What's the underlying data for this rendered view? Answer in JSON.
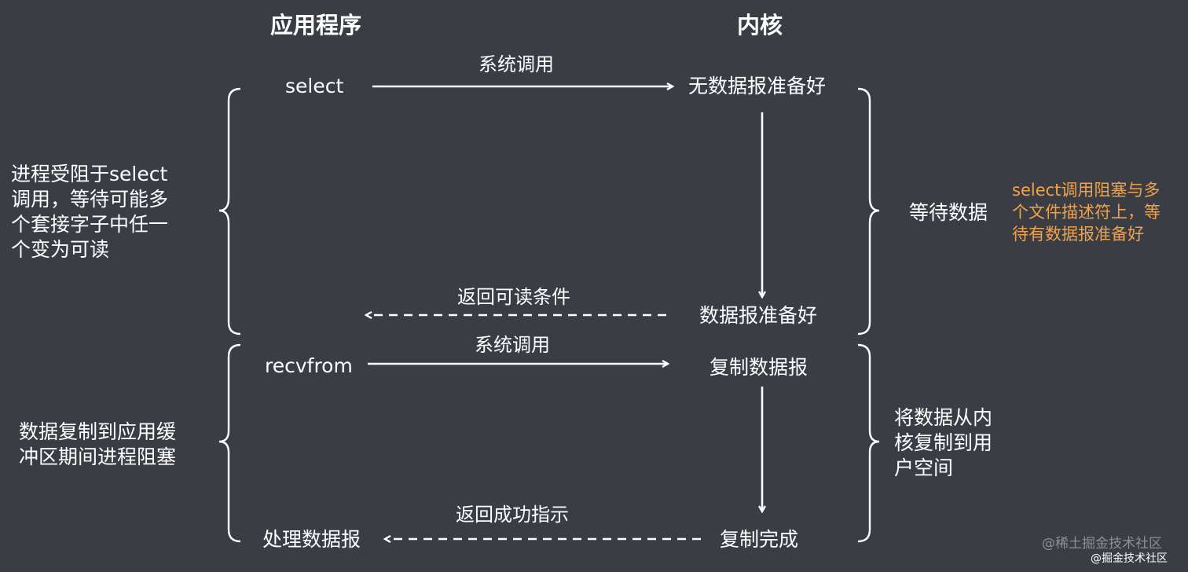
{
  "headers": {
    "app": "应用程序",
    "kernel": "内核"
  },
  "phase1": {
    "app_call": "select",
    "call_label": "系统调用",
    "kernel_start": "无数据报准备好",
    "wait_label": "等待数据",
    "return_label": "返回可读条件",
    "kernel_ready": "数据报准备好",
    "left_desc": [
      "进程受阻于select",
      "调用，等待可能多",
      "个套接字子中任一",
      "个变为可读"
    ],
    "note": [
      "select调用阻塞与多",
      "个文件描述符上，等",
      "待有数据报准备好"
    ]
  },
  "phase2": {
    "app_call": "recvfrom",
    "call_label": "系统调用",
    "kernel_start": "复制数据报",
    "copy_label": [
      "将数据从内",
      "核复制到用",
      "户空间"
    ],
    "return_label": "返回成功指示",
    "kernel_done": "复制完成",
    "app_end": "处理数据报",
    "left_desc": [
      "数据复制到应用缓",
      "冲区期间进程阻塞"
    ]
  },
  "watermark": {
    "line1": "@稀土掘金技术社区",
    "line2": "@掘金技术社区"
  },
  "colors": {
    "background": "#3b3d45",
    "foreground": "#ffffff",
    "note": "#f0a24b"
  }
}
